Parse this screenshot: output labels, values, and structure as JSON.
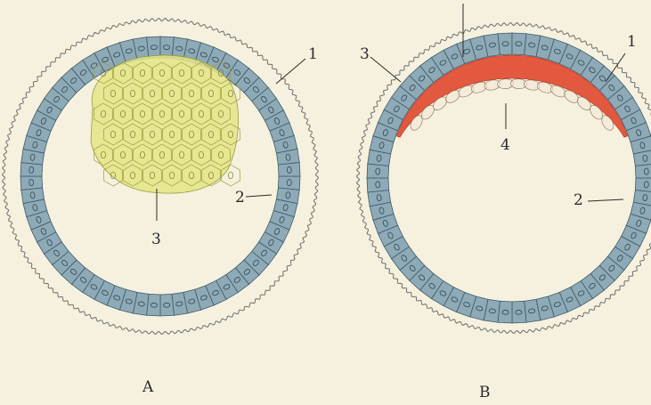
{
  "figures": [
    {
      "id": "A",
      "caption": "A",
      "labels": {
        "zona": "1",
        "trophoblast": "2",
        "inner_mass": "3"
      },
      "cell_count": 64,
      "colors": {
        "cell_fill": "#8eaab7",
        "cell_stroke": "#3d5a6b",
        "inner_mass_fill": "#e4e486",
        "inner_mass_stroke": "#9a9a3c"
      }
    },
    {
      "id": "B",
      "caption": "B",
      "labels": {
        "trophoblast_a": "1",
        "trophoblast_b": "2",
        "outer_layer": "3",
        "inner_layer": "4"
      },
      "cell_count": 64,
      "colors": {
        "cell_fill": "#8eaab7",
        "cell_stroke": "#3d5a6b",
        "mesoderm_fill": "#e0482e",
        "entoderm_stroke": "#8a6a5a"
      }
    }
  ],
  "colors": {
    "paper": "#f6f1de",
    "ink": "#2a2a2a",
    "zona_line": "#6f6f6f"
  }
}
